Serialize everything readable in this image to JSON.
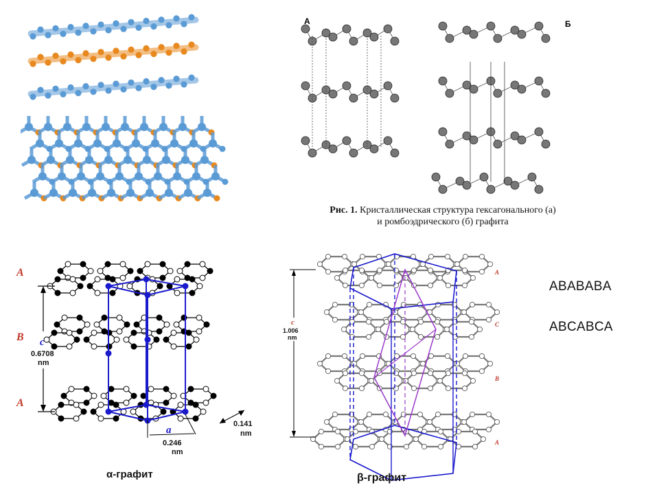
{
  "figure_top": {
    "label_a": "А",
    "label_b": "Б",
    "caption": {
      "fig_number": "Рис. 1.",
      "line1": " Кристаллическая структура гексагонального (а)",
      "line2": "и ромбоэдрического (б) графита"
    }
  },
  "alpha": {
    "layer_labels": [
      "A",
      "B",
      "A"
    ],
    "c_symbol": "c",
    "c_value": "0.6708",
    "c_unit": "nm",
    "a_symbol": "a",
    "a_value": "0.246",
    "a_unit": "nm",
    "bond_value": "0.141",
    "bond_unit": "nm",
    "title": "α-графит"
  },
  "beta": {
    "layer_labels": [
      "A",
      "C",
      "B",
      "A"
    ],
    "c_symbol": "c",
    "c_value": "1.006",
    "c_unit": "nm",
    "title": "β-графит"
  },
  "sequences": {
    "hexagonal": "ABABABA",
    "rhombohedral": "ABCABCA"
  },
  "colors": {
    "layer_blue": "#5b9bd5",
    "layer_orange": "#e8891f",
    "cell_blue": "#1a1acd",
    "cell_purple": "#9a39c9",
    "label_red": "#c0392b"
  }
}
